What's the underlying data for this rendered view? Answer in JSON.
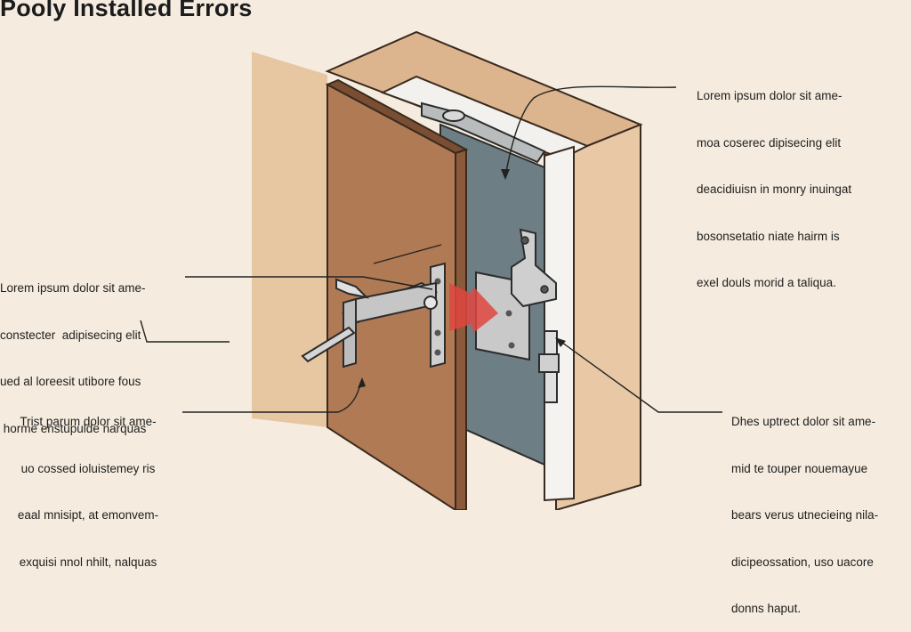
{
  "title": "Pooly Installed Errors",
  "callouts": {
    "top_right": [
      "Lorem ipsum dolor sit ame-",
      "moa coserec dipisecing elit",
      "deacidiuisn in monry inuingat",
      "bosonsetatio niate hairm is",
      "exel douls morid a taliqua."
    ],
    "mid_left": [
      "Lorem ipsum dolor sit ame-",
      "constecter  adipisecing elit",
      "ued al loreesit utibore fous",
      " horme enstupulde narquas"
    ],
    "bot_left": [
      "Trist parum dolor sit ame-",
      "uo cossed ioluistemey ris",
      "eaal mnisipt, at emonvem-",
      "exquisi nnol nhilt, nalquas"
    ],
    "bot_right": [
      "Dhes uptrect dolor sit ame-",
      "mid te touper nouemayue",
      "bears verus utnecieing nila-",
      "dicipeossation, uso uacore",
      "donns haput."
    ]
  },
  "colors": {
    "background": "#f5ecdf",
    "door": "#b07a55",
    "frame": "#e8c9a7",
    "strike_panel": "#6e7e85",
    "metal": "#c9c9c9",
    "error_arrow": "#e0463f"
  }
}
